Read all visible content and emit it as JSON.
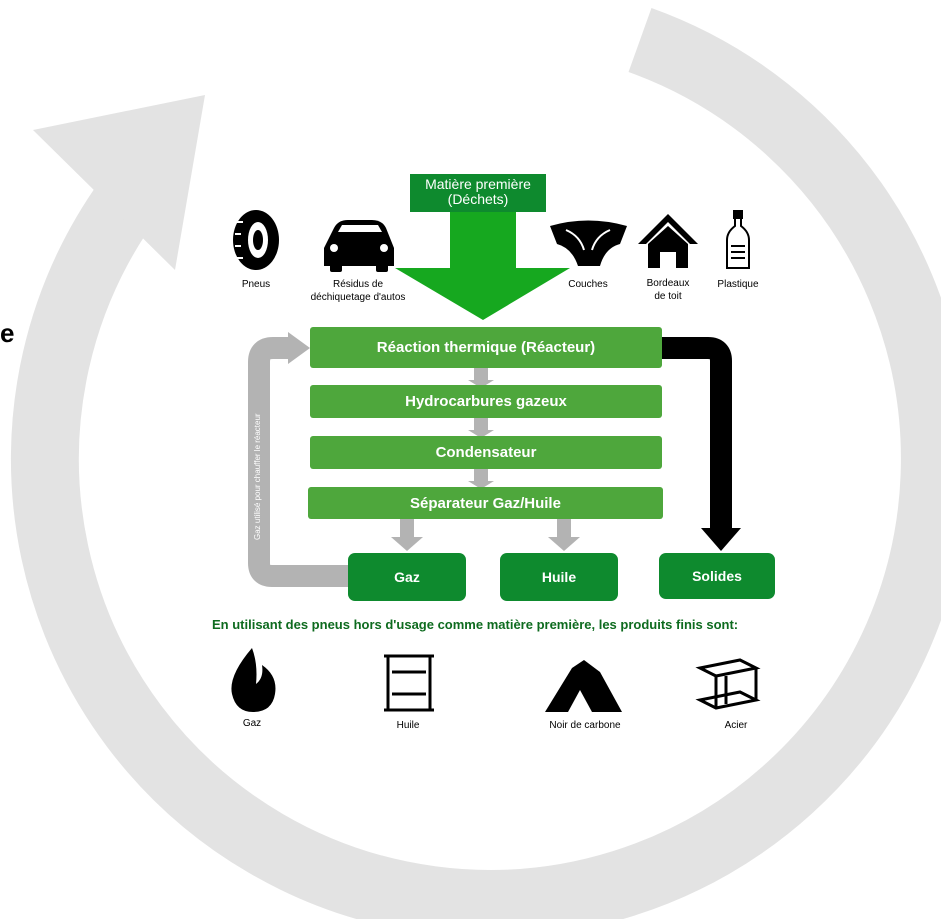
{
  "partial_left_text": "e",
  "raw_material": {
    "line1": "Matière première",
    "line2": "(Déchets)"
  },
  "inputs": [
    {
      "label": "Pneus",
      "icon": "tire-icon"
    },
    {
      "label1": "Résidus de",
      "label2": "déchiquetage d'autos",
      "icon": "car-icon"
    },
    {
      "label": "Couches",
      "icon": "diaper-icon"
    },
    {
      "label1": "Bordeaux",
      "label2": "de toit",
      "icon": "house-roof-icon"
    },
    {
      "label": "Plastique",
      "icon": "bottle-icon"
    }
  ],
  "process_steps": [
    "Réaction thermique (Réacteur)",
    "Hydrocarbures gazeux",
    "Condensateur",
    "Séparateur Gaz/Huile"
  ],
  "outputs": [
    "Gaz",
    "Huile",
    "Solides"
  ],
  "recycle_label": "Gaz utilisé pour chauffer le réacteur",
  "caption": "En utilisant des pneus hors d'usage comme matière première, les produits finis sont:",
  "products": [
    {
      "label": "Gaz",
      "icon": "flame-icon"
    },
    {
      "label": "Huile",
      "icon": "oil-barrel-icon"
    },
    {
      "label": "Noir de carbone",
      "icon": "carbon-pile-icon"
    },
    {
      "label": "Acier",
      "icon": "steel-beam-icon"
    }
  ],
  "colors": {
    "dark_green": "#0e8a2e",
    "light_green": "#4ea73c",
    "cycle_gray": "#e3e3e3",
    "arrow_gray": "#b3b3b3"
  }
}
